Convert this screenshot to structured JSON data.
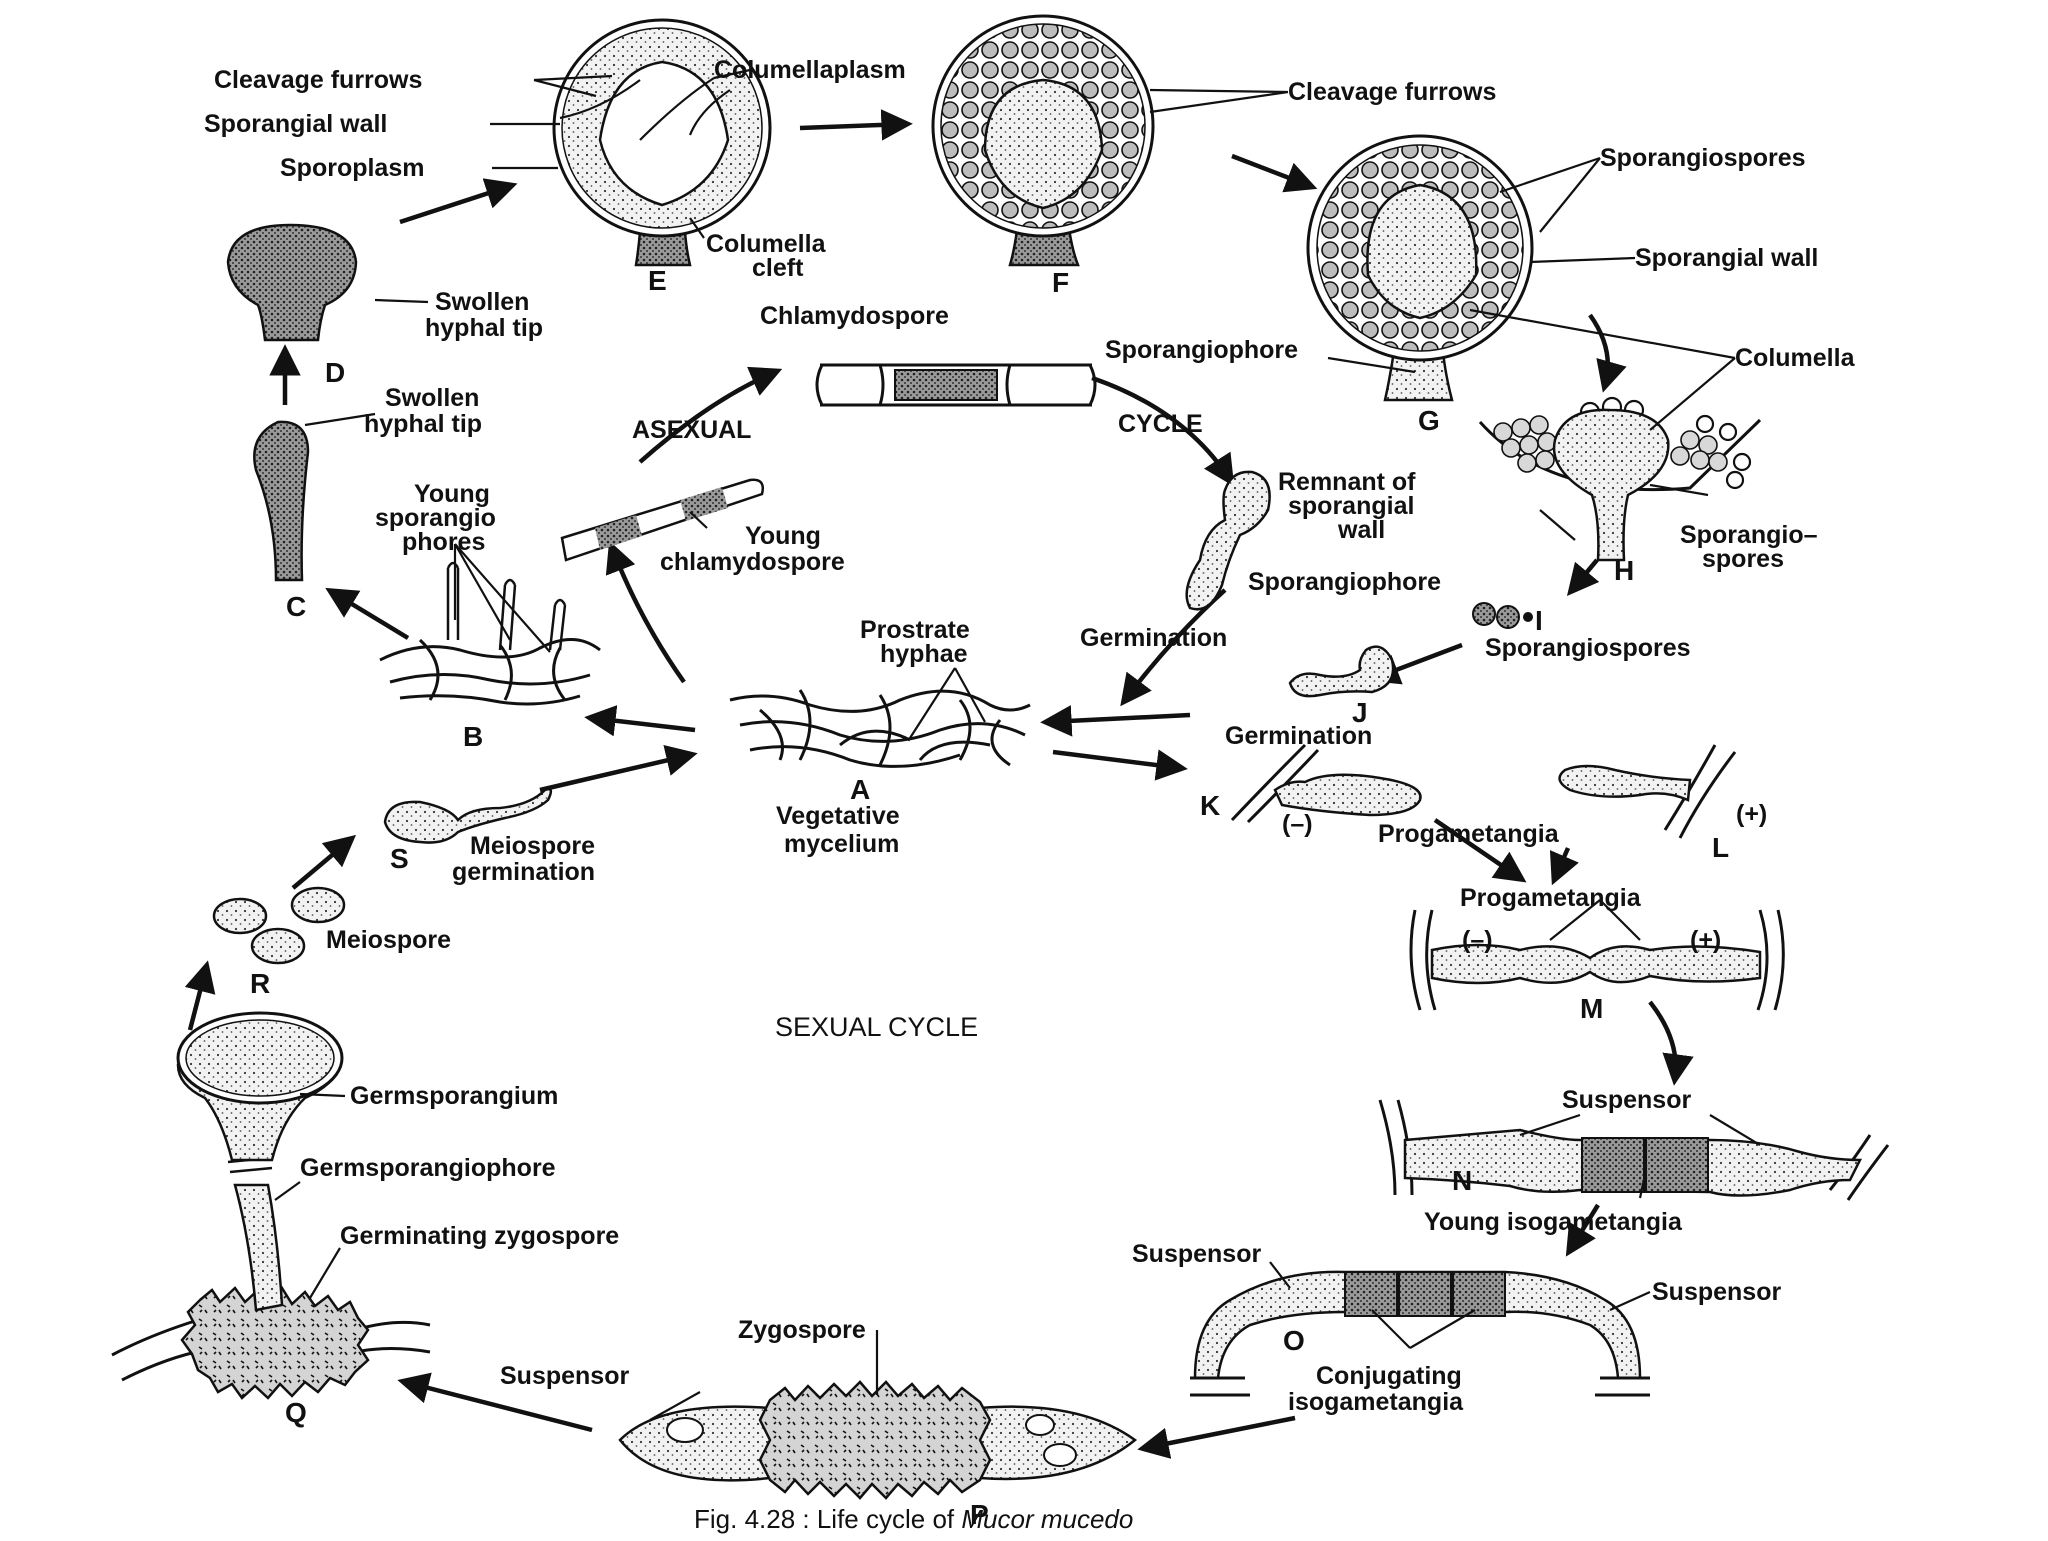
{
  "figure": {
    "caption_prefix": "Fig. 4.28 : Life cycle of ",
    "caption_species": "Mucor mucedo",
    "asexual_label_left": "ASEXUAL",
    "asexual_label_right": "CYCLE",
    "sexual_label": "SEXUAL CYCLE"
  },
  "stages": {
    "A": "A",
    "B": "B",
    "C": "C",
    "D": "D",
    "E": "E",
    "F": "F",
    "G": "G",
    "H": "H",
    "I": "I",
    "J": "J",
    "K": "K",
    "L": "L",
    "M": "M",
    "N": "N",
    "O": "O",
    "P": "P",
    "Q": "Q",
    "R": "R",
    "S": "S"
  },
  "labels": {
    "cleavage_furrows_left": "Cleavage furrows",
    "columellaplasm": "Columellaplasm",
    "sporangial_wall_left": "Sporangial wall",
    "sporoplasm": "Sporoplasm",
    "columella_cleft_1": "Columella",
    "columella_cleft_2": "cleft",
    "cleavage_furrows_right": "Cleavage furrows",
    "sporangiospores_top": "Sporangiospores",
    "sporangial_wall_right": "Sporangial wall",
    "columella": "Columella",
    "sporangiophore_g": "Sporangiophore",
    "remnant_1": "Remnant of",
    "remnant_2": "sporangial",
    "remnant_3": "wall",
    "sporangio_spores_1": "Sporangio–",
    "sporangio_spores_2": "spores",
    "sporangiophore_h": "Sporangiophore",
    "sporangiospores_i": "Sporangiospores",
    "germination_j": "Germination",
    "germination_left": "Germination",
    "chlamydospore": "Chlamydospore",
    "young_chlamydospore_1": "Young",
    "young_chlamydospore_2": "chlamydospore",
    "swollen_tip_d_1": "Swollen",
    "swollen_tip_d_2": "hyphal tip",
    "swollen_tip_c_1": "Swollen",
    "swollen_tip_c_2": "hyphal tip",
    "young_sporangio_1": "Young",
    "young_sporangio_2": "sporangio",
    "young_sporangio_3": "phores",
    "prostrate_1": "Prostrate",
    "prostrate_2": "hyphae",
    "vegetative_1": "Vegetative",
    "vegetative_2": "mycelium",
    "minus_k": "(–)",
    "plus_l": "(+)",
    "progametangia_kl": "Progametangia",
    "progametangia_m": "Progametangia",
    "minus_m": "(–)",
    "plus_m": "(+)",
    "suspensor_n": "Suspensor",
    "young_isogametangia": "Young isogametangia",
    "suspensor_o_left": "Suspensor",
    "suspensor_o_right": "Suspensor",
    "conjugating_1": "Conjugating",
    "conjugating_2": "isogametangia",
    "zygospore": "Zygospore",
    "suspensor_p": "Suspensor",
    "germsporangium": "Germsporangium",
    "germsporangiophore": "Germsporangiophore",
    "germinating_zygospore": "Germinating zygospore",
    "meiospore": "Meiospore",
    "meiospore_germination_1": "Meiospore",
    "meiospore_germination_2": "germination"
  }
}
